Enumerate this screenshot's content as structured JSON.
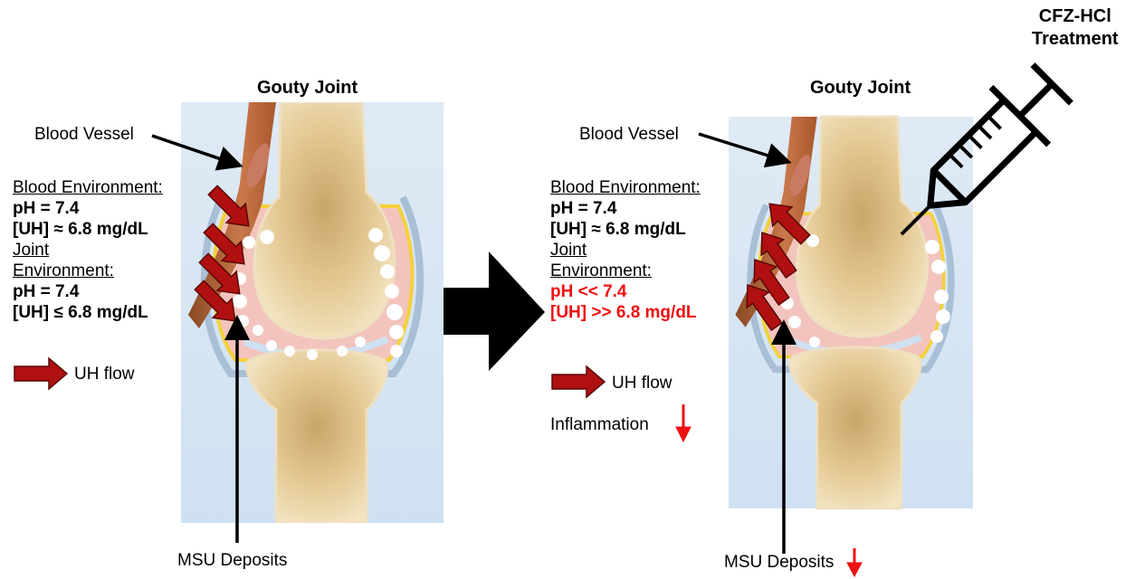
{
  "left_panel": {
    "title": "Gouty Joint",
    "blood_vessel_label": "Blood Vessel",
    "blood_env_heading": "Blood Environment:",
    "blood_ph": "pH = 7.4",
    "blood_uh": "[UH] ≈ 6.8 mg/dL",
    "joint_env_heading_1": "Joint",
    "joint_env_heading_2": "Environment:",
    "joint_ph": "pH = 7.4",
    "joint_uh": "[UH] ≤ 6.8 mg/dL",
    "legend_label": "UH flow",
    "msu_label": "MSU Deposits"
  },
  "right_panel": {
    "title": "Gouty Joint",
    "treatment_line1": "CFZ-HCl",
    "treatment_line2": "Treatment",
    "blood_vessel_label": "Blood Vessel",
    "blood_env_heading": "Blood Environment:",
    "blood_ph": "pH = 7.4",
    "blood_uh": "[UH] ≈ 6.8 mg/dL",
    "joint_env_heading_1": "Joint",
    "joint_env_heading_2": "Environment:",
    "joint_ph": "pH << 7.4",
    "joint_uh": "[UH] >> 6.8 mg/dL",
    "legend_label": "UH flow",
    "inflammation_label": "Inflammation",
    "msu_label": "MSU Deposits"
  },
  "colors": {
    "arrow_red": "#b01010",
    "decrease_red": "#ee1111",
    "joint_fluid": "#f0b8b0",
    "bone": "#e2c68e",
    "background_panel": "#d8e8f4"
  }
}
